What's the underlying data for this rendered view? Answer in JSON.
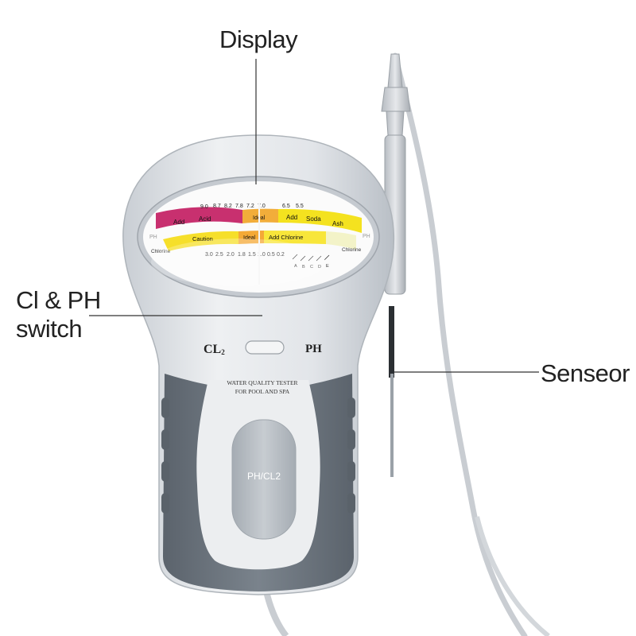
{
  "callouts": {
    "display": "Display",
    "switch_line1": "Cl & PH",
    "switch_line2": "switch",
    "sensor": "Senseor"
  },
  "device": {
    "switch_left": "CL",
    "switch_left_sub": "2",
    "switch_right": "PH",
    "tester_line1": "WATER QUALITY TESTER",
    "tester_line2": "FOR POOL AND SPA",
    "window_label": "PH/CL2"
  },
  "dial": {
    "ph_label": "PH",
    "chlorine_label": "Chlorine",
    "ph_scale": [
      "9.0",
      "8.7",
      "8.2",
      "7.8",
      "7.2",
      "7.0",
      "6.5",
      "5.5"
    ],
    "cl_scale": [
      "3.0",
      "2.5",
      "2.0",
      "1.8",
      "1.5",
      "1.0",
      "0.5",
      "0.2"
    ],
    "ph_zones": [
      "Add",
      "Acid",
      "Ideal",
      "Add",
      "Soda",
      "Ash"
    ],
    "cl_zones": [
      "Caution",
      "Ideal",
      "Add Chlorine"
    ],
    "marker_letters": [
      "A",
      "B",
      "C",
      "D",
      "E"
    ]
  },
  "colors": {
    "body": "#dfe2e6",
    "grip": "#6e7781",
    "ph_acid": "#c8306f",
    "ph_ideal": "#f2ad3a",
    "ph_soda": "#f4e21f",
    "cl_caution": "#f6df2a",
    "cl_ideal": "#f4a936"
  }
}
